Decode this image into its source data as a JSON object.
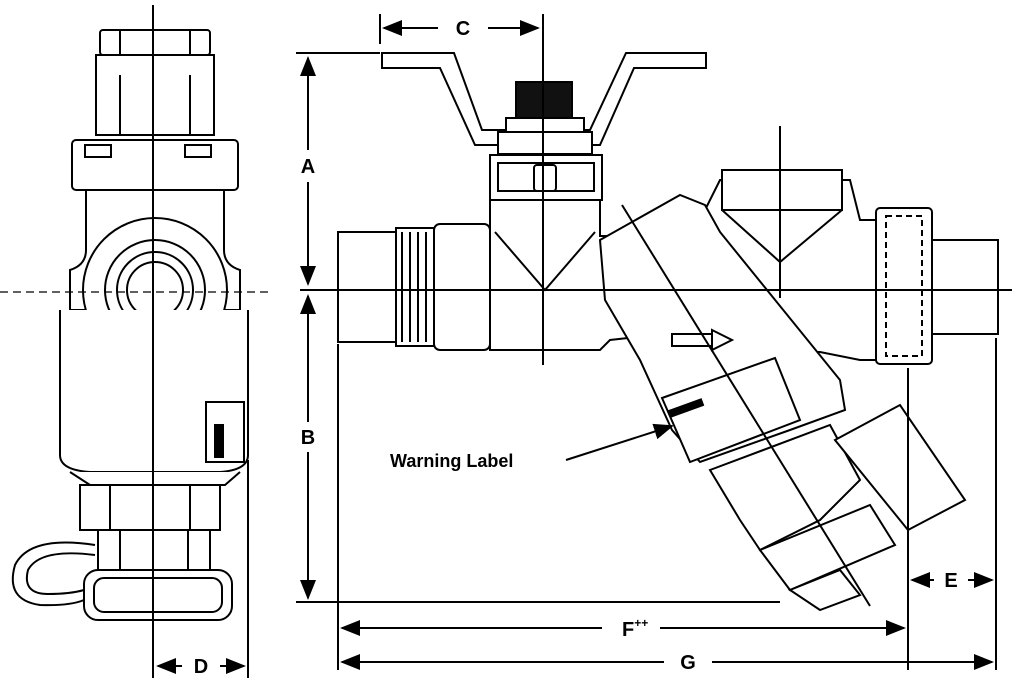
{
  "dimensions": {
    "a": "A",
    "b": "B",
    "c": "C",
    "d": "D",
    "e": "E",
    "f": "F",
    "f_superscript": "++",
    "g": "G"
  },
  "callouts": {
    "warning_label": "Warning Label"
  }
}
